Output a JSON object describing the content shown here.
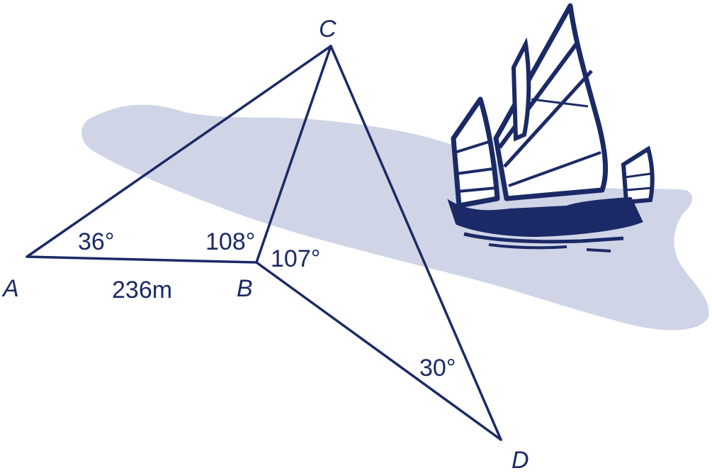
{
  "colors": {
    "line": "#1b2a66",
    "water": "#cfd5e6",
    "text": "#1b2a66",
    "background": "#ffffff"
  },
  "points": {
    "A": "A",
    "B": "B",
    "C": "C",
    "D": "D"
  },
  "angles": {
    "CAB": "36°",
    "ABC": "108°",
    "CBD": "107°",
    "BDC": "30°"
  },
  "lengths": {
    "AB": "236m"
  },
  "decoration": {
    "icon": "sailing-junk-icon"
  }
}
